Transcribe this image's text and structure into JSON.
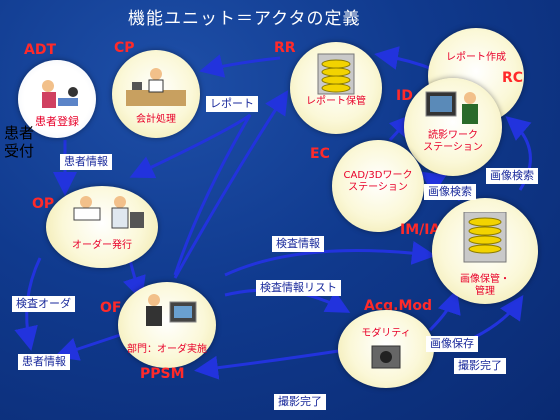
{
  "title": "機能ユニット＝アクタの定義",
  "nodes": {
    "adt": {
      "abbr": "ADT",
      "label": "患者登録",
      "side_text_1": "患者",
      "side_text_2": "受付"
    },
    "cp": {
      "abbr": "CP",
      "label": "会計処理"
    },
    "rr": {
      "abbr": "RR",
      "label": "レポート保管"
    },
    "rc": {
      "abbr": "RC",
      "label": "レポート作成"
    },
    "id": {
      "abbr": "ID",
      "label_1": "読影ワーク",
      "label_2": "ステーション"
    },
    "ec": {
      "abbr": "EC",
      "label_1": "CAD/3Dワーク",
      "label_2": "ステーション"
    },
    "op": {
      "abbr": "OP",
      "label": "オーダー発行"
    },
    "imia": {
      "abbr": "IM/IA",
      "label_1": "画像保管・",
      "label_2": "管理"
    },
    "of": {
      "abbr": "OF",
      "label": "部門：オーダ実施"
    },
    "ppsm": {
      "abbr": "PPSM"
    },
    "acqmod": {
      "abbr": "Acq.Mod",
      "label": "モダリティ"
    }
  },
  "flows": {
    "report": "レポート",
    "patient_info_1": "患者情報",
    "exam_info": "検査情報",
    "exam_info_list": "検査情報リスト",
    "exam_order": "検査オーダ",
    "patient_info_2": "患者情報",
    "image_search_1": "画像検索",
    "image_search_2": "画像検索",
    "image_store": "画像保存",
    "capture_done_1": "撮影完了",
    "capture_done_2": "撮影完了"
  },
  "colors": {
    "background": "#103a8e",
    "arrow": "#2233dd",
    "abbr": "#ff2a2a",
    "node_label": "#e8002a"
  }
}
